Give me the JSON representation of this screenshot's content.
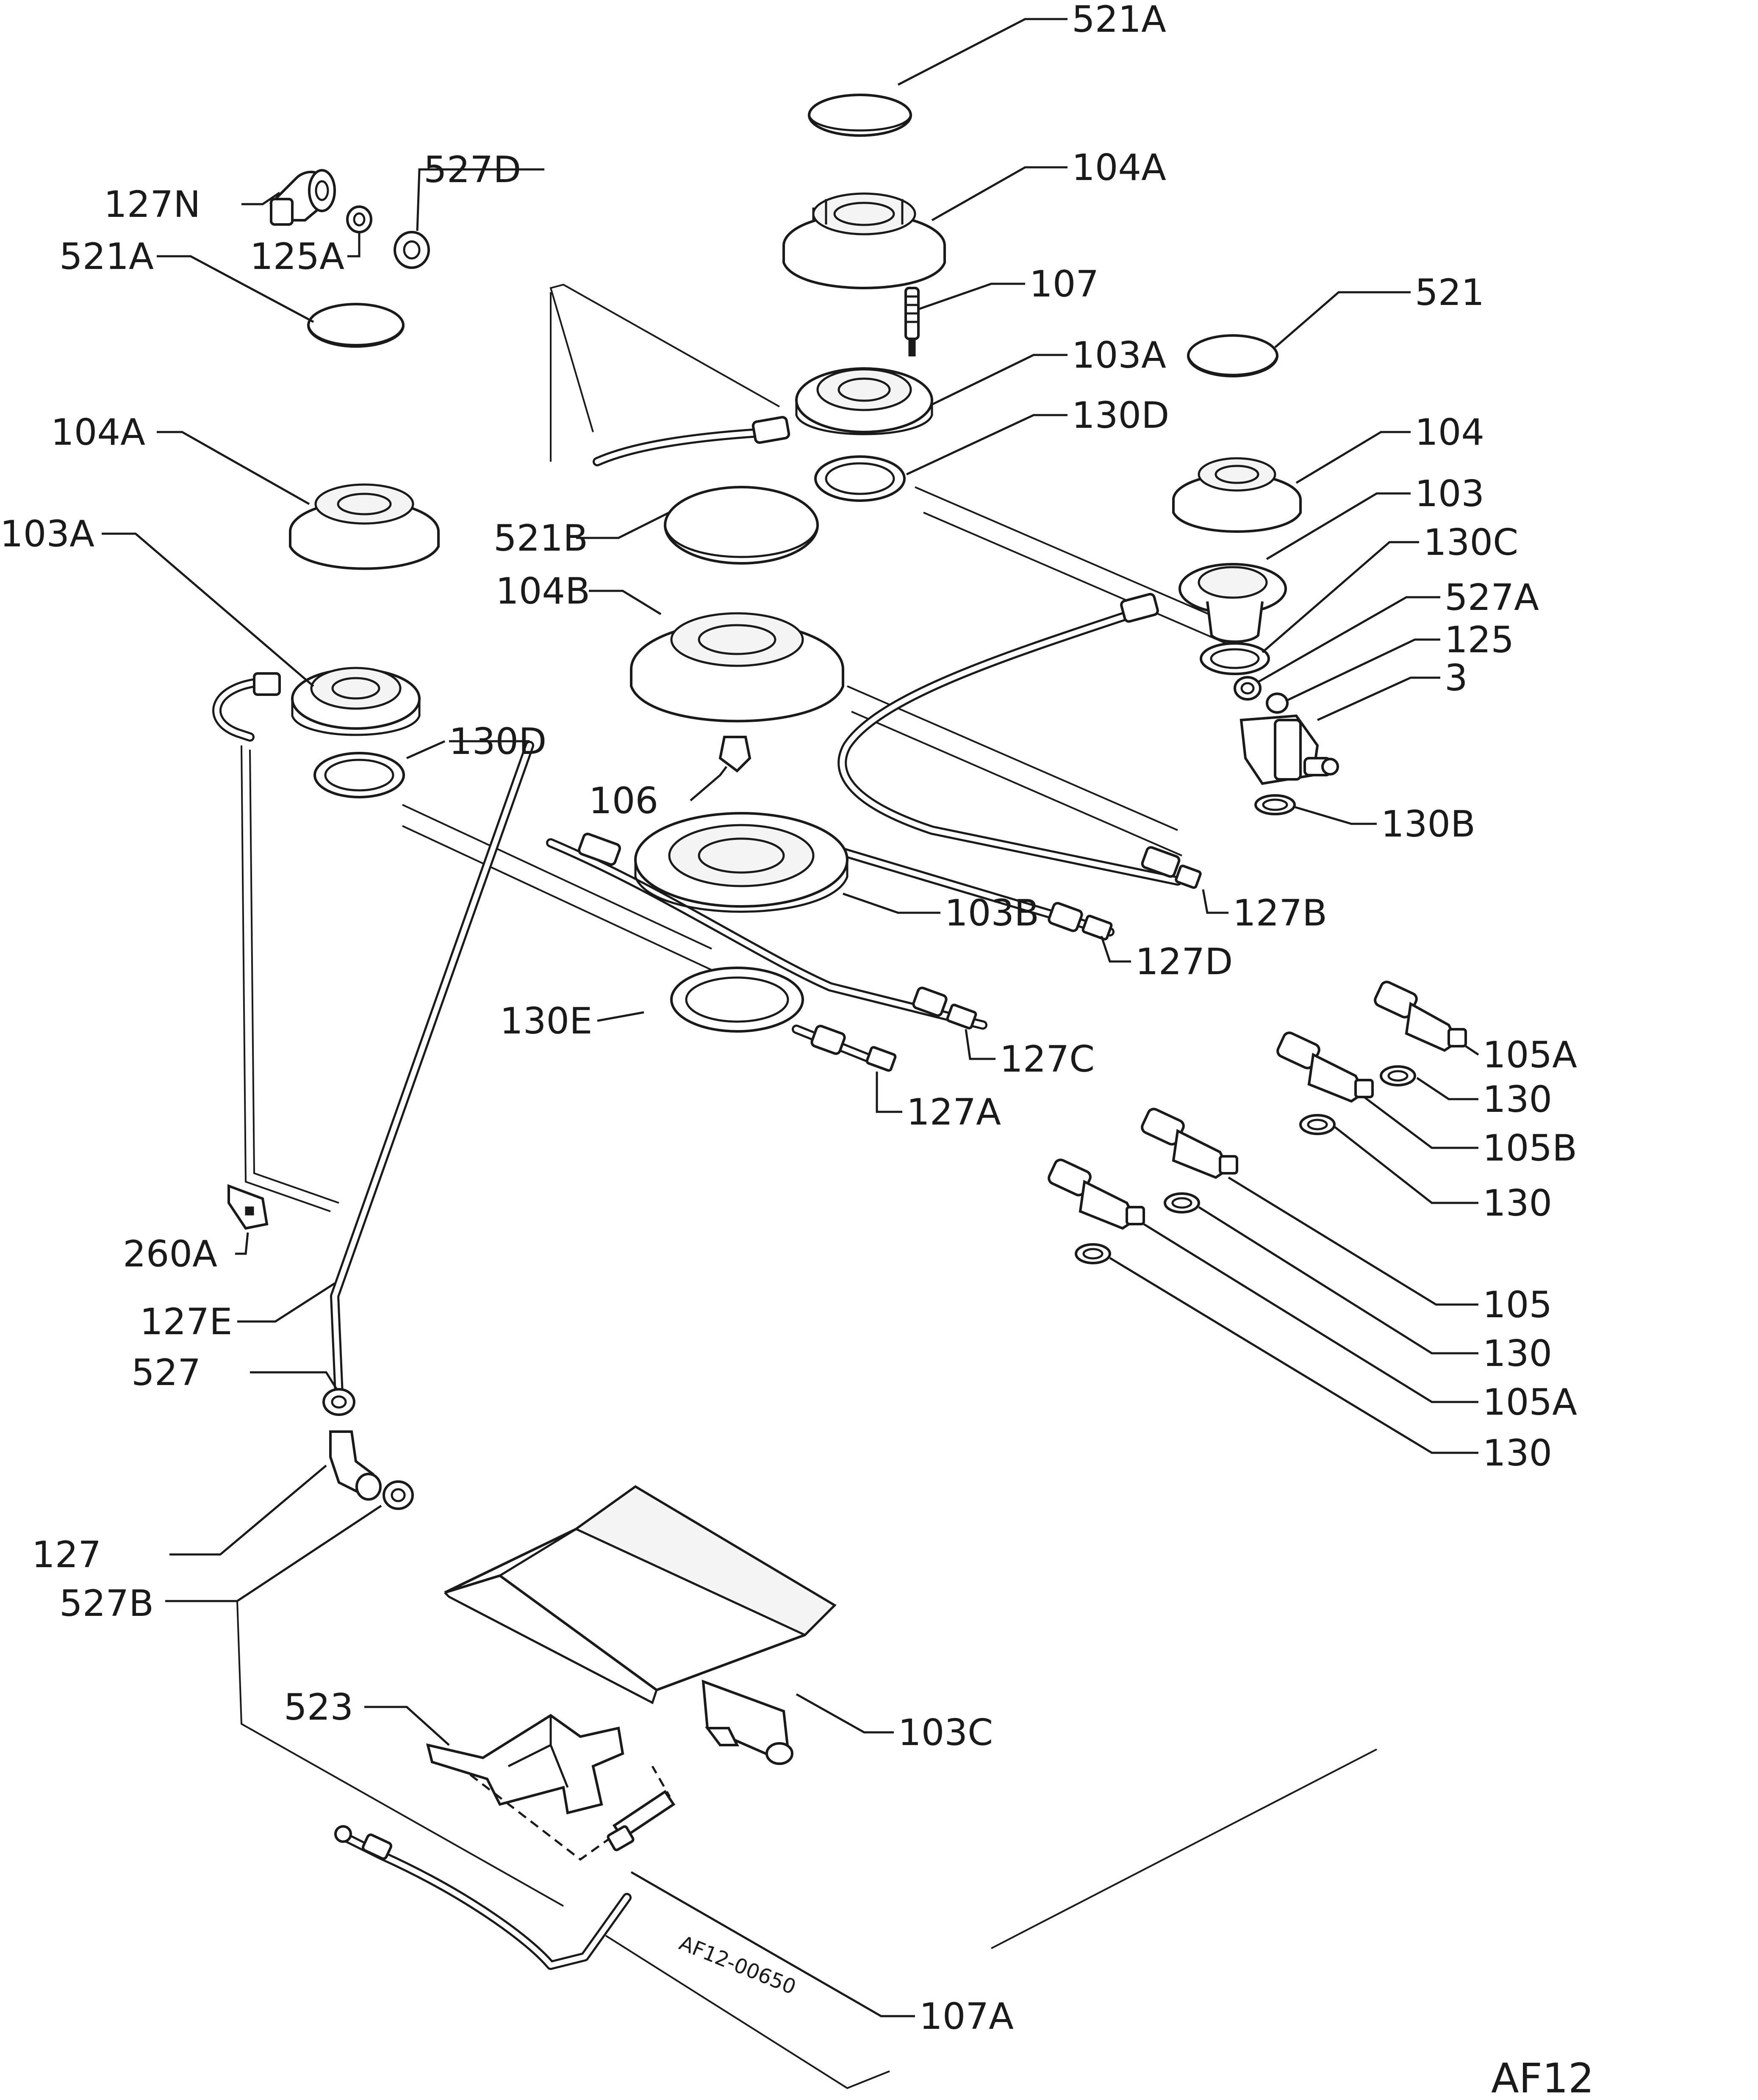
{
  "diagram": {
    "figure_code": "AF12",
    "drawing_number": "AF12-00650",
    "labels": {
      "l521A_top": "521A",
      "l104A_top": "104A",
      "l107": "107",
      "l521": "521",
      "l103A_mid": "103A",
      "l130D_mid": "130D",
      "l104": "104",
      "l103": "103",
      "l130C": "130C",
      "l527A": "527A",
      "l125": "125",
      "l3": "3",
      "l130B": "130B",
      "l127N": "127N",
      "l527D": "527D",
      "l125A": "125A",
      "l521A_left": "521A",
      "l104A_left": "104A",
      "l103A_left": "103A",
      "l521B": "521B",
      "l104B": "104B",
      "l130D_left": "130D",
      "l106": "106",
      "l103B": "103B",
      "l127B": "127B",
      "l127D": "127D",
      "l130E": "130E",
      "l127C": "127C",
      "l127A": "127A",
      "l105A_1": "105A",
      "l130_1": "130",
      "l105B": "105B",
      "l130_2": "130",
      "l105": "105",
      "l130_3": "130",
      "l105A_2": "105A",
      "l130_4": "130",
      "l260A": "260A",
      "l127E": "127E",
      "l527": "527",
      "l127": "127",
      "l527B": "527B",
      "l523": "523",
      "l103C": "103C",
      "l107A": "107A"
    }
  }
}
